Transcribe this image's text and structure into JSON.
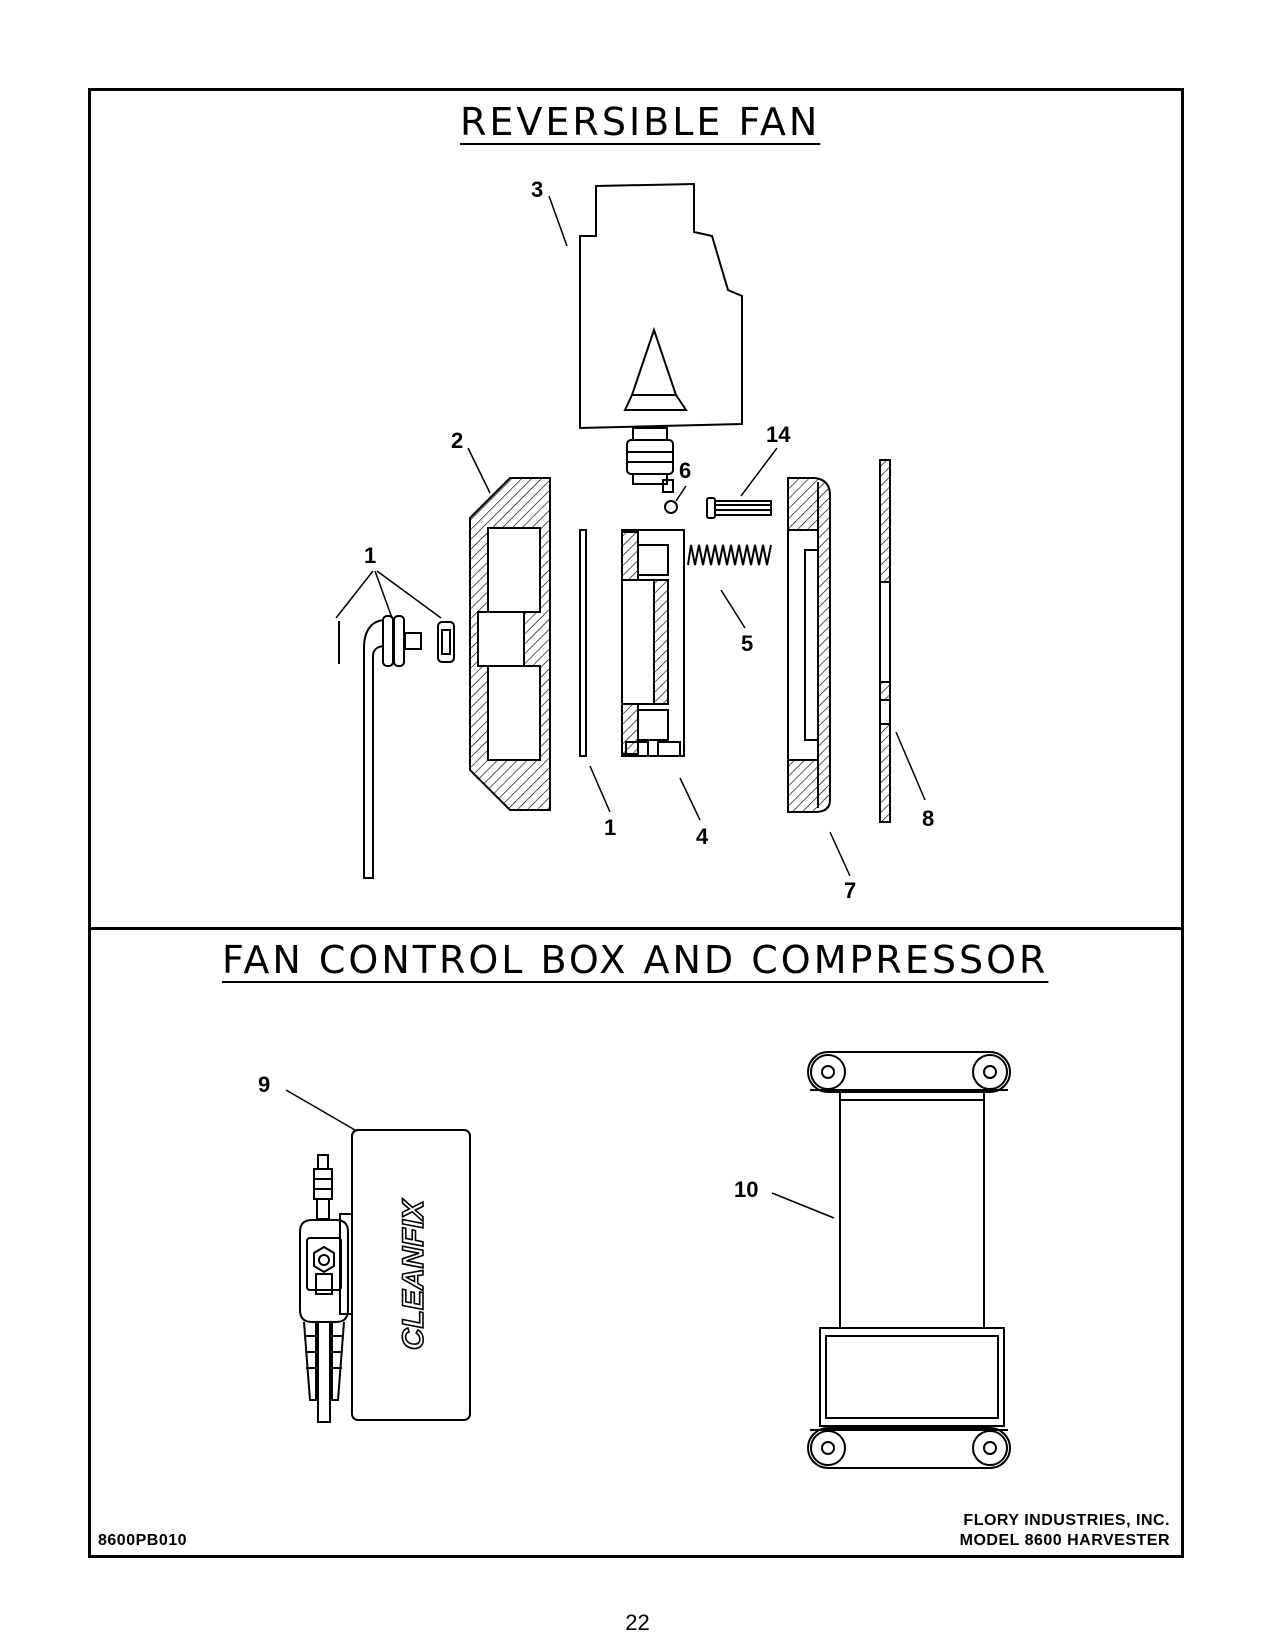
{
  "sections": {
    "top_title": "REVERSIBLE FAN",
    "bottom_title": "FAN CONTROL BOX AND COMPRESSOR"
  },
  "callouts": {
    "c1a": "1",
    "c1b": "1",
    "c2": "2",
    "c3": "3",
    "c4": "4",
    "c5": "5",
    "c6": "6",
    "c7": "7",
    "c8": "8",
    "c9": "9",
    "c10": "10",
    "c14": "14"
  },
  "box_brand": "CLEANFIX",
  "footer": {
    "drawing_number": "8600PB010",
    "company": "FLORY INDUSTRIES, INC.",
    "model": "MODEL 8600 HARVESTER"
  },
  "page_number": "22"
}
